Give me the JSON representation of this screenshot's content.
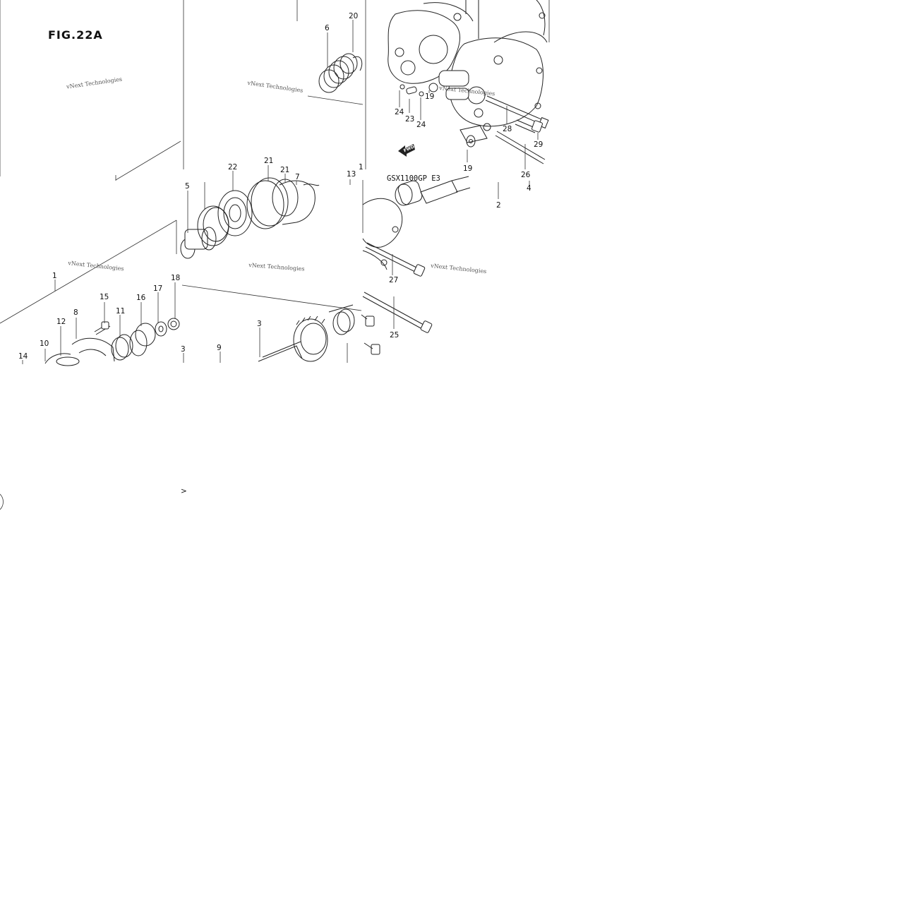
{
  "figure": {
    "title": "FIG.22A",
    "variant_label": "GSX1100GP E3"
  },
  "watermark": {
    "text": "vNext Technologies"
  },
  "arrow": {
    "text": "FWD"
  },
  "callouts": [
    "1",
    "2",
    "3",
    "3",
    "4",
    "5",
    "6",
    "7",
    "8",
    "9",
    "10",
    "11",
    "12",
    "13",
    "14",
    "15",
    "16",
    "17",
    "18",
    "19",
    "19",
    "20",
    "21",
    "21",
    "22",
    "23",
    "24",
    "24",
    "25",
    "26",
    "27",
    "28",
    "29",
    "1"
  ],
  "stray_mark": ">"
}
